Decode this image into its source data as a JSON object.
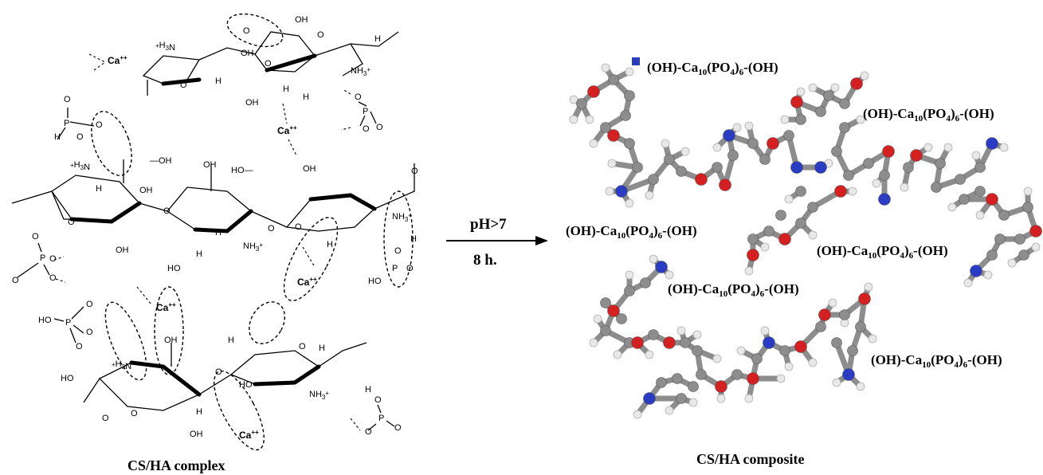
{
  "left": {
    "caption": "CS/HA complex",
    "ions": {
      "calcium": "Ca++"
    },
    "labels": {
      "hn_plus": "+H3N",
      "oh": "OH",
      "ho": "HO",
      "nh3_plus": "NH3+",
      "h": "H",
      "o": "O",
      "p": "P",
      "ho_dash": "HO—",
      "oh_dash": "—OH"
    }
  },
  "arrow": {
    "condition_ph": "pH>7",
    "condition_time": "8 h."
  },
  "right": {
    "caption": "CS/HA composite",
    "ha_label": "(OH)-Ca10(PO4)6-(OH)"
  },
  "colors": {
    "oxygen": "#d42020",
    "nitrogen": "#2a3bc4",
    "carbon": "#8d8d8d",
    "hydrogen": "#e8e8e8"
  }
}
